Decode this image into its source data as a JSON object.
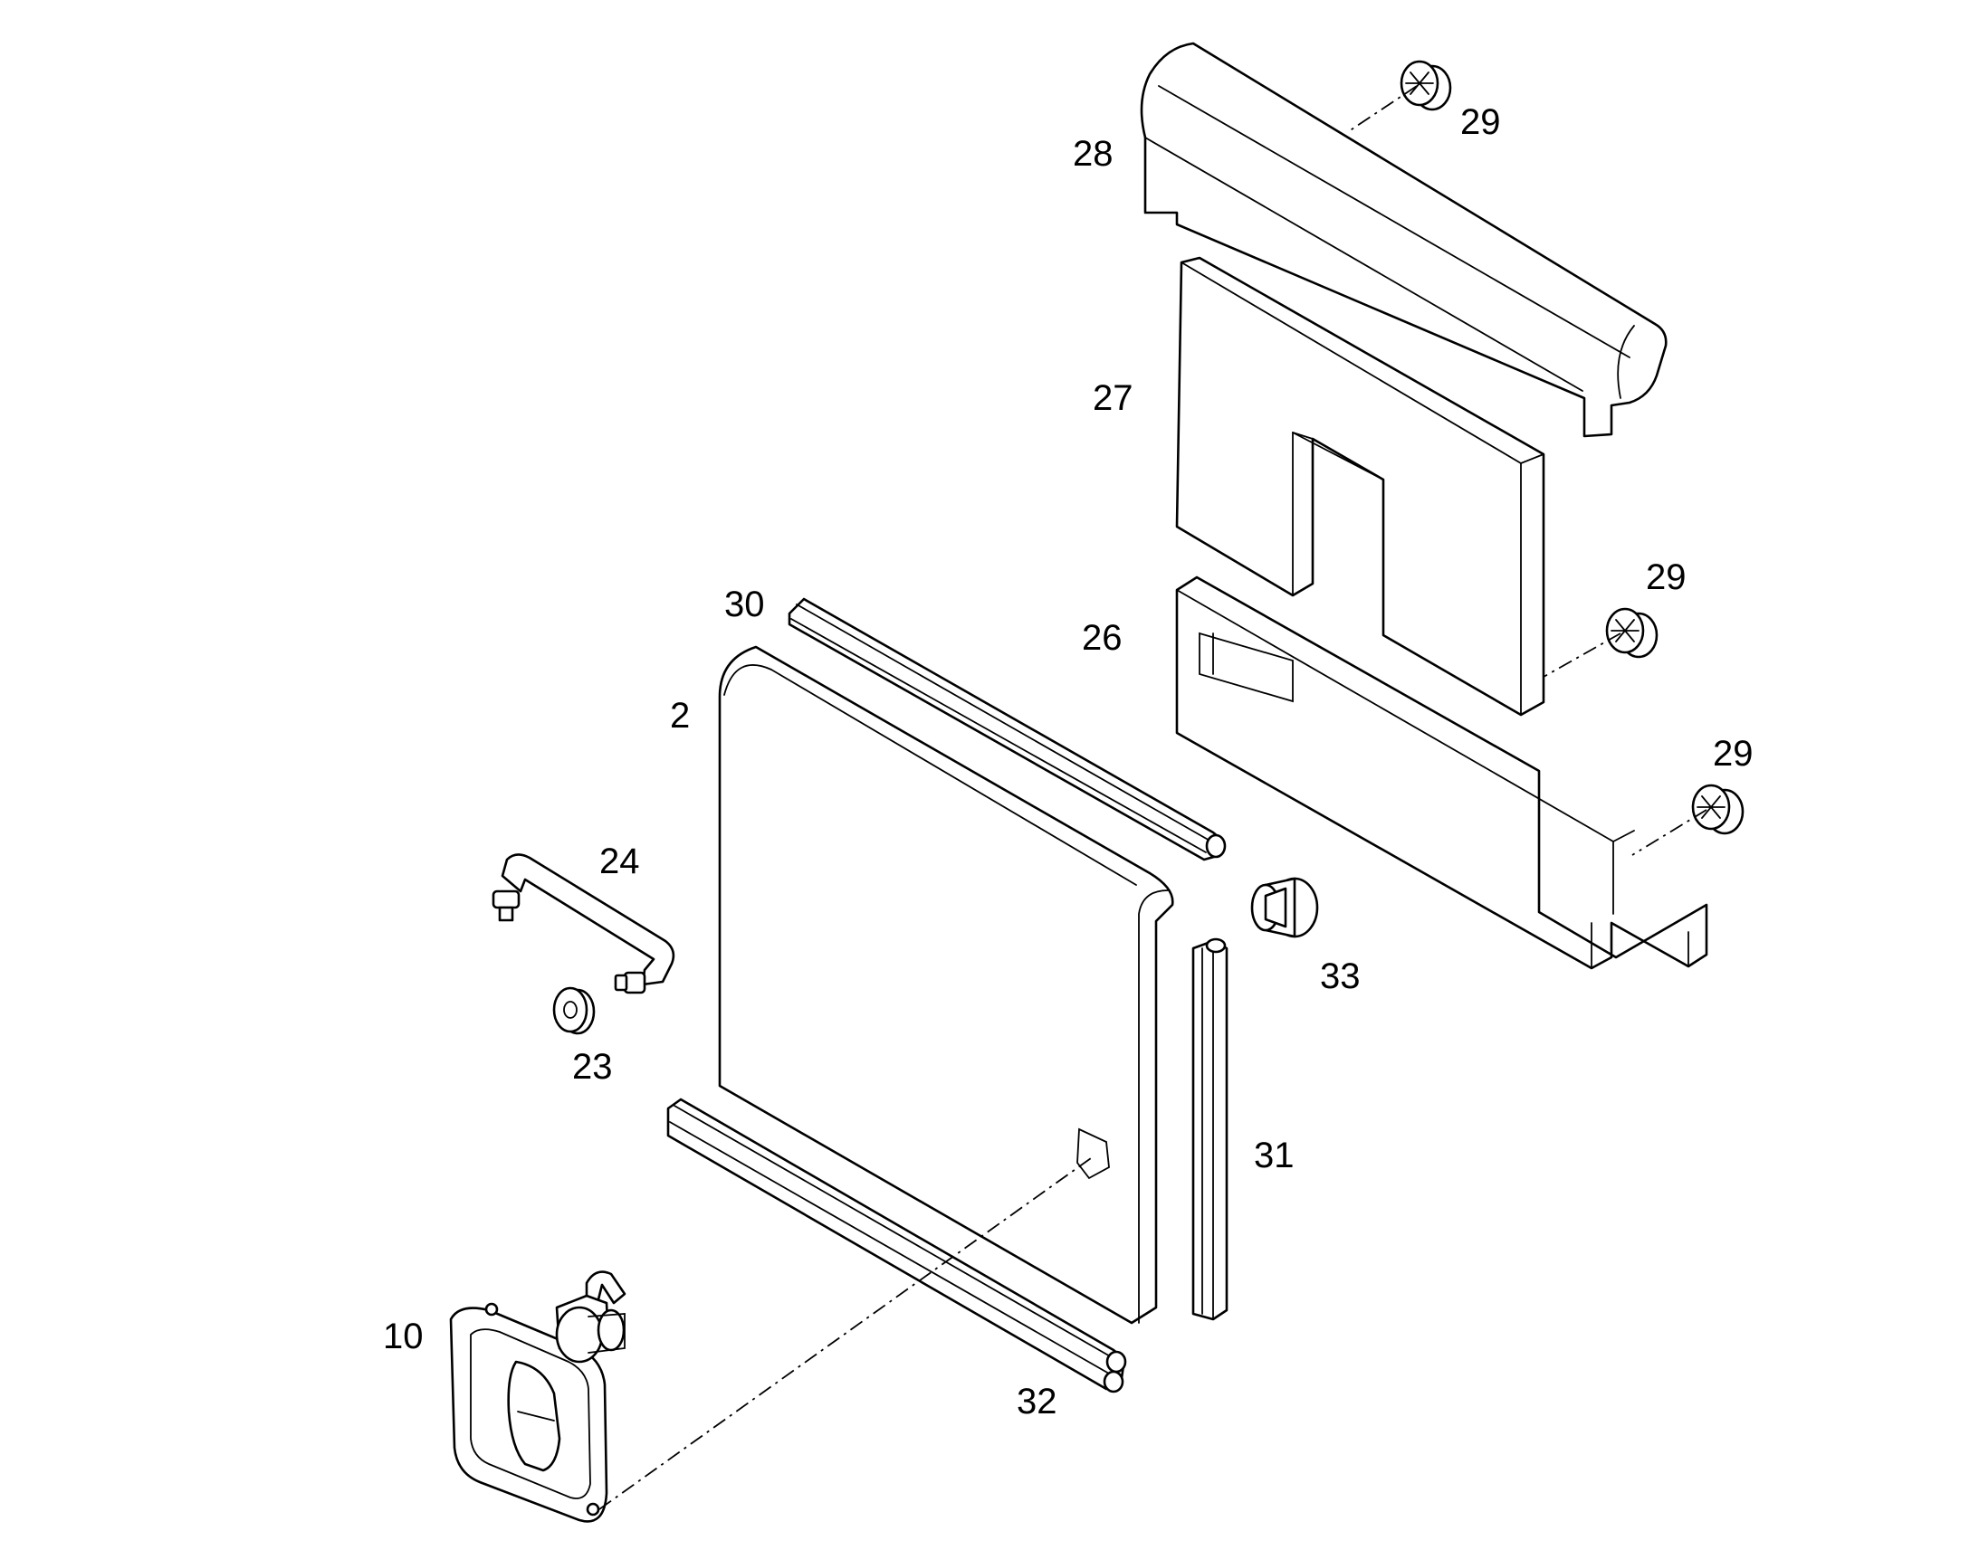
{
  "diagram": {
    "type": "exploded-parts-view",
    "callouts": [
      {
        "id": "28",
        "label": "28"
      },
      {
        "id": "29a",
        "label": "29"
      },
      {
        "id": "27",
        "label": "27"
      },
      {
        "id": "29b",
        "label": "29"
      },
      {
        "id": "26",
        "label": "26"
      },
      {
        "id": "29c",
        "label": "29"
      },
      {
        "id": "30",
        "label": "30"
      },
      {
        "id": "2",
        "label": "2"
      },
      {
        "id": "24",
        "label": "24"
      },
      {
        "id": "33",
        "label": "33"
      },
      {
        "id": "23",
        "label": "23"
      },
      {
        "id": "31",
        "label": "31"
      },
      {
        "id": "10",
        "label": "10"
      },
      {
        "id": "32",
        "label": "32"
      }
    ],
    "parts": [
      {
        "name": "top-cap",
        "callout": "28"
      },
      {
        "name": "screw",
        "callout": "29"
      },
      {
        "name": "notched-panel",
        "callout": "27"
      },
      {
        "name": "bottom-rail",
        "callout": "26"
      },
      {
        "name": "top-seal-strip",
        "callout": "30"
      },
      {
        "name": "door-panel",
        "callout": "2"
      },
      {
        "name": "lock-rod",
        "callout": "24"
      },
      {
        "name": "bumper-stop",
        "callout": "33"
      },
      {
        "name": "washer",
        "callout": "23"
      },
      {
        "name": "side-seal-strip",
        "callout": "31"
      },
      {
        "name": "latch-handle",
        "callout": "10"
      },
      {
        "name": "bottom-seal-strip",
        "callout": "32"
      }
    ]
  }
}
